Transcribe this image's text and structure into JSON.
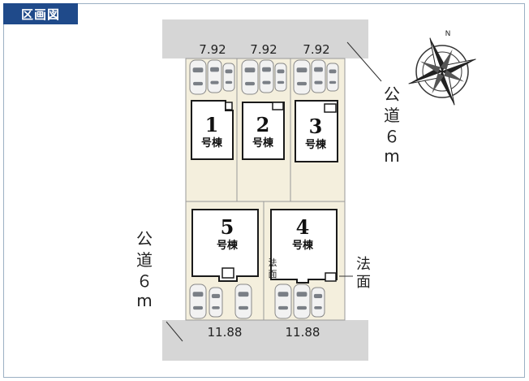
{
  "title": "区画図",
  "frontage": {
    "top": [
      "7.92",
      "7.92",
      "7.92"
    ],
    "bottom": [
      "11.88",
      "11.88"
    ]
  },
  "road_right": [
    "公",
    "道",
    "６",
    "m"
  ],
  "road_left": [
    "公",
    "道",
    "６",
    "m"
  ],
  "lots": [
    {
      "num": "1",
      "suffix": "号棟"
    },
    {
      "num": "2",
      "suffix": "号棟"
    },
    {
      "num": "3",
      "suffix": "号棟"
    },
    {
      "num": "4",
      "suffix": "号棟"
    },
    {
      "num": "5",
      "suffix": "号棟"
    }
  ],
  "setback_label_center": [
    "法",
    "面"
  ],
  "setback_label_right": [
    "法",
    "面"
  ],
  "compass": {
    "north": "N",
    "icon": "compass-rose-icon"
  }
}
